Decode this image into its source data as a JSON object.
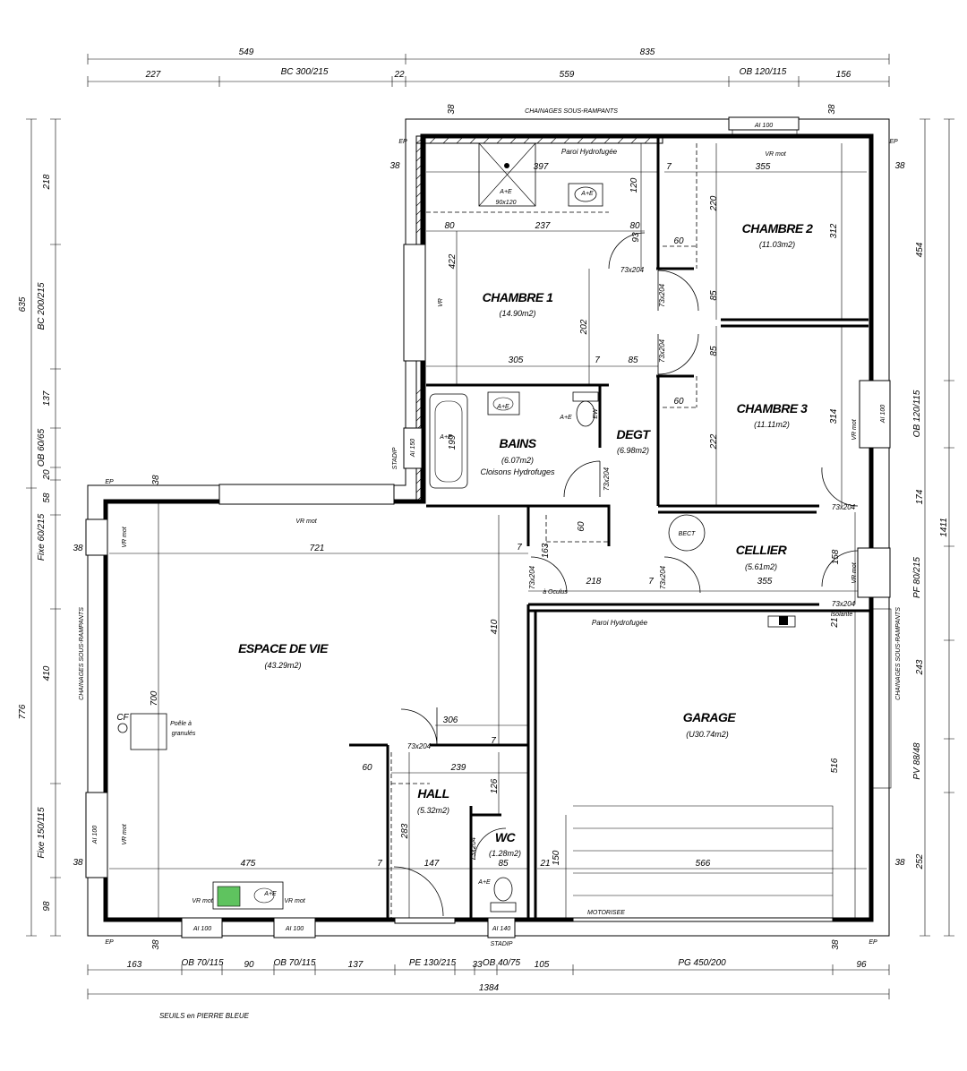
{
  "top_dims_row1": [
    "549",
    "835"
  ],
  "top_dims_row2": [
    "227",
    "BC 300/215",
    "22",
    "559",
    "OB 120/115",
    "156"
  ],
  "bottom_dims_row1": [
    "163",
    "OB 70/115",
    "90",
    "OB 70/115",
    "137",
    "PE 130/215",
    "33",
    "OB 40/75",
    "105",
    "PG 450/200",
    "96"
  ],
  "bottom_total": "1384",
  "left_dims_outer": [
    "635",
    "776"
  ],
  "left_dims_inner": [
    "218",
    "BC 200/215",
    "137",
    "OB 60/65",
    "20",
    "58",
    "Fixe 60/215",
    "410",
    "Fixe 150/115",
    "98"
  ],
  "right_dims_inner": [
    "454",
    "OB 120/115",
    "174",
    "PF 80/215",
    "243",
    "PV 88/48",
    "252"
  ],
  "right_total": "1411",
  "rooms": {
    "chambre1": {
      "name": "CHAMBRE 1",
      "area": "(14.90m2)"
    },
    "chambre2": {
      "name": "CHAMBRE 2",
      "area": "(11.03m2)"
    },
    "chambre3": {
      "name": "CHAMBRE 3",
      "area": "(11.11m2)"
    },
    "bains": {
      "name": "BAINS",
      "area": "(6.07m2)",
      "note": "Cloisons Hydrofuges"
    },
    "degt": {
      "name": "DEGT",
      "area": "(6.98m2)"
    },
    "cellier": {
      "name": "CELLIER",
      "area": "(5.61m2)"
    },
    "espace": {
      "name": "ESPACE DE VIE",
      "area": "(43.29m2)"
    },
    "garage": {
      "name": "GARAGE",
      "area": "(U30.74m2)"
    },
    "hall": {
      "name": "HALL",
      "area": "(5.32m2)"
    },
    "wc": {
      "name": "WC",
      "area": "(1.28m2)"
    }
  },
  "labels": {
    "chainages_top": "CHAINAGES SOUS-RAMPANTS",
    "chainages_left": "CHAINAGES SOUS-RAMPANTS",
    "chainages_right": "CHAINAGES SOUS-RAMPANTS",
    "paroi1": "Paroi Hydrofugée",
    "paroi2": "Paroi Hydrofugée",
    "vr_mot": "VR mot",
    "vr": "VR",
    "ai100": "AI 100",
    "ai150": "AI 150",
    "ai140": "AI 140",
    "stadip": "STADIP",
    "ae": "A+E",
    "shower": "90x120",
    "bect": "BECT",
    "isolante": "Isolante",
    "oculus": "à Oculus",
    "cf": "CF",
    "poele1": "Poêle à",
    "poele2": "granulés",
    "motorise": "MOTORISEE",
    "ep": "EP",
    "ew": "EW",
    "seuils": "SEUILS en PIERRE BLEUE"
  },
  "interior_dims": {
    "d397": "397",
    "d355a": "355",
    "d80a": "80",
    "d237": "237",
    "d80b": "80",
    "d120": "120",
    "d93": "93",
    "d220": "220",
    "d312": "312",
    "d60a": "60",
    "d422": "422",
    "d202": "202",
    "d305": "305",
    "d85a": "85",
    "d85b": "85",
    "d85c": "85",
    "d199": "199",
    "d60b": "60",
    "d222": "222",
    "d314": "314",
    "d38a": "38",
    "d38b": "38",
    "d38c": "38",
    "d38d": "38",
    "d38e": "38",
    "d38f": "38",
    "d38g": "38",
    "d38h": "38",
    "d38i": "38",
    "d38j": "38",
    "d721": "721",
    "d163": "163",
    "d60c": "60",
    "d218": "218",
    "d355b": "355",
    "d158": "158",
    "d410": "410",
    "d700": "700",
    "d306": "306",
    "d60d": "60",
    "d239": "239",
    "d126": "126",
    "d283": "283",
    "d475": "475",
    "d147": "147",
    "d85d": "85",
    "d21a": "21",
    "d150": "150",
    "d566": "566",
    "d516": "516",
    "d21b": "21",
    "d7": "7"
  },
  "door_sizes": {
    "s": "73x204"
  }
}
